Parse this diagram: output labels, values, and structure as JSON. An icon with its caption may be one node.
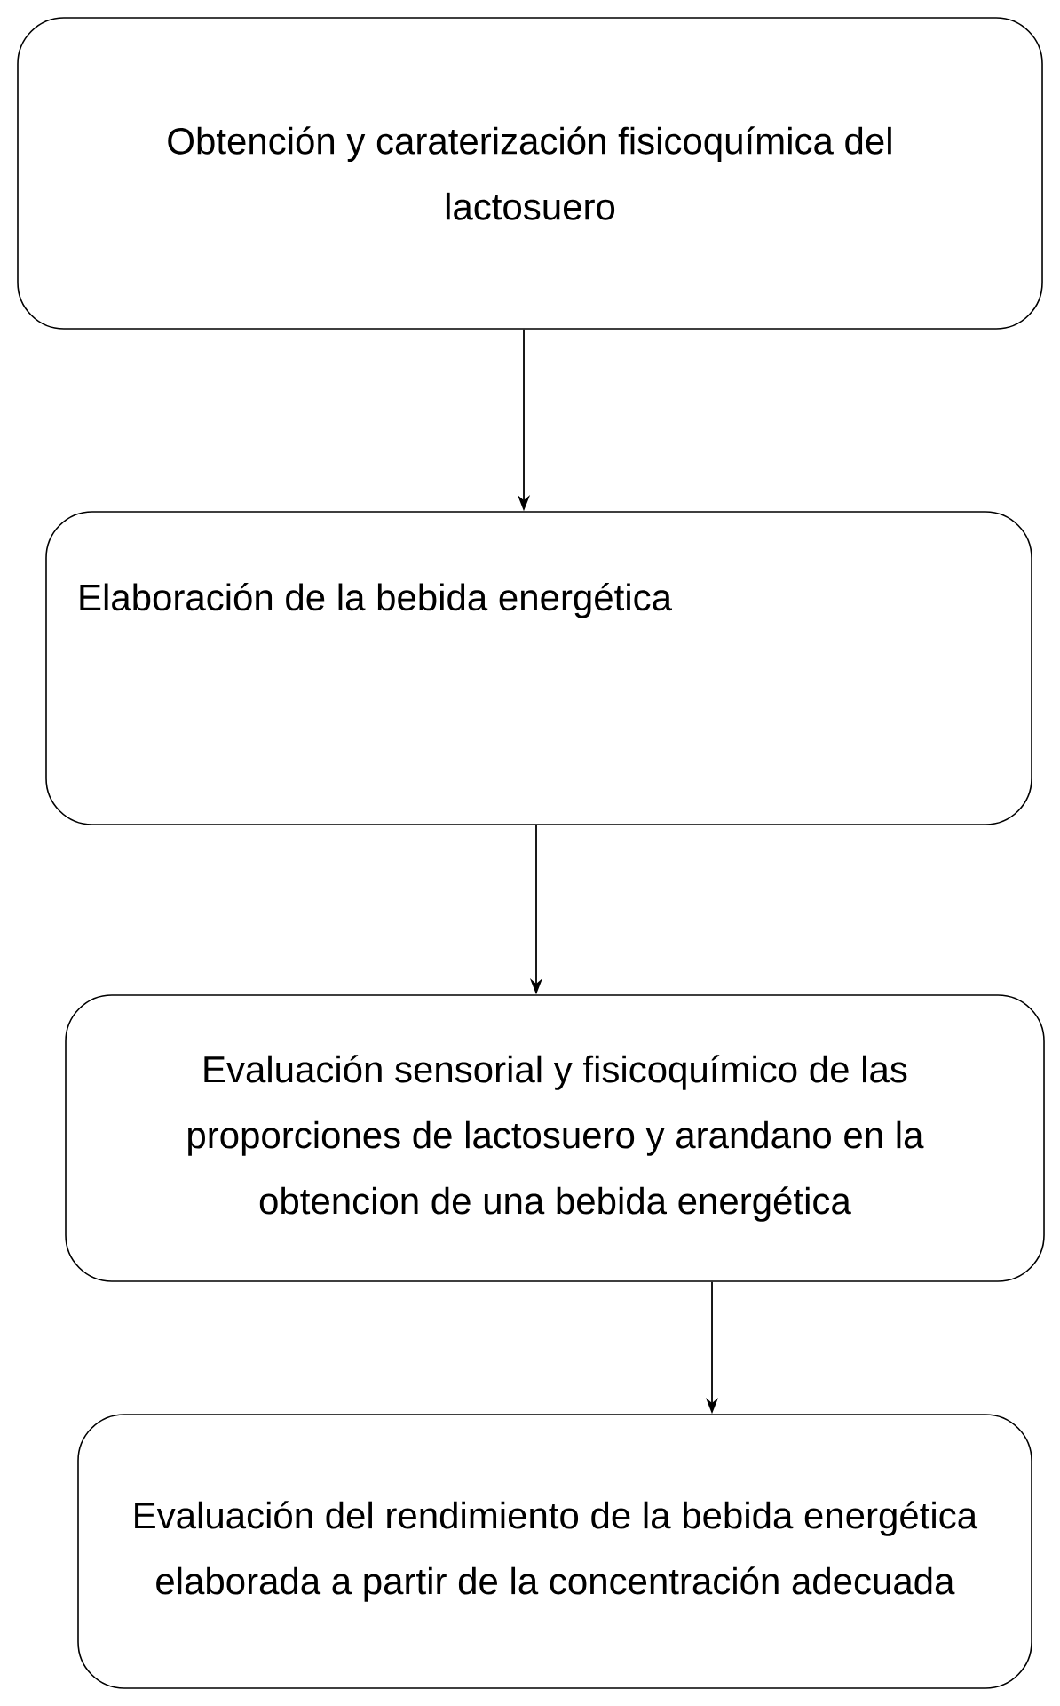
{
  "diagram": {
    "nodes": [
      {
        "text": [
          "Obtención y caraterización fisicoquímica del lactosuero"
        ]
      },
      {
        "text": [
          "Elaboración de la bebida energética"
        ]
      },
      {
        "text": [
          "Evaluación sensorial y fisicoquímico de las proporciones de lactosuero y arandano en la obtencion de una bebida energética"
        ]
      },
      {
        "text": [
          "Evaluación del rendimiento de la bebida energética elaborada a partir de la concentración adecuada"
        ]
      }
    ],
    "edges": [
      {
        "from": 0,
        "to": 1,
        "arrow": "to"
      },
      {
        "from": 1,
        "to": 2,
        "arrow": "to"
      },
      {
        "from": 2,
        "to": 3,
        "arrow": "to"
      }
    ]
  }
}
